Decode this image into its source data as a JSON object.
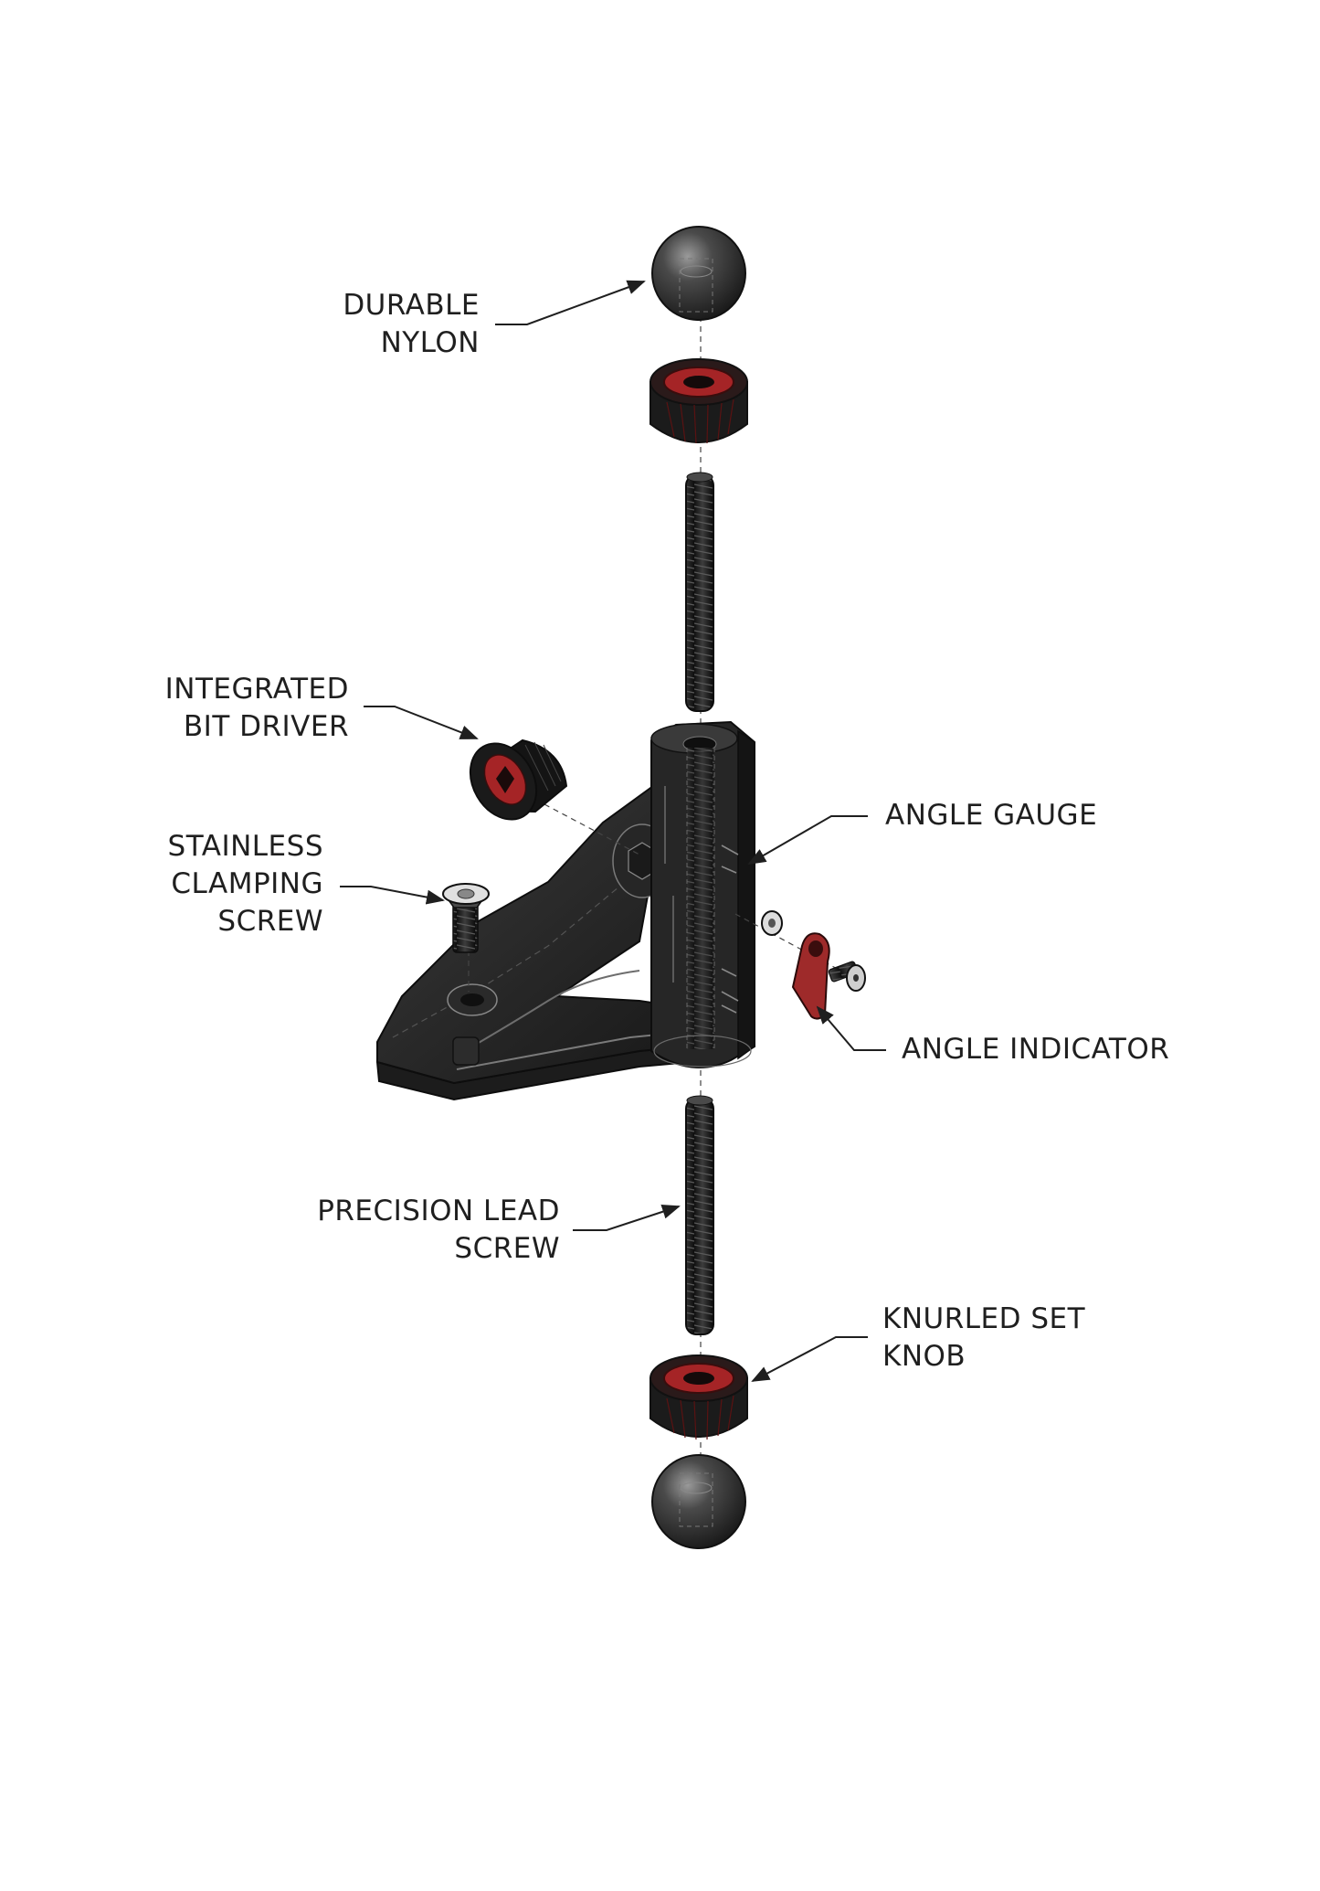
{
  "colors": {
    "background": "#ffffff",
    "part_black": "#1e1e1e",
    "part_dark": "#2b2b2b",
    "part_highlight": "#8a8a8a",
    "accent_red": "#b4282a",
    "line": "#1f1f1f"
  },
  "callouts": {
    "durable_nylon": [
      "DURABLE",
      "NYLON"
    ],
    "integrated_bit_driver": [
      "INTEGRATED",
      "BIT DRIVER"
    ],
    "stainless_clamping_screw": [
      "STAINLESS",
      "CLAMPING",
      "SCREW"
    ],
    "angle_gauge": [
      "ANGLE GAUGE"
    ],
    "angle_indicator": [
      "ANGLE INDICATOR"
    ],
    "precision_lead_screw": [
      "PRECISION LEAD",
      "SCREW"
    ],
    "knurled_set_knob": [
      "KNURLED SET",
      "KNOB"
    ]
  },
  "icons": {
    "top_ball": "nylon-ball-icon",
    "top_knob": "knurled-knob-icon",
    "upper_rod": "threaded-rod-icon",
    "bit_driver": "bit-driver-icon",
    "clamp_screw": "screw-icon",
    "body": "jig-body-icon",
    "washer": "washer-icon",
    "indicator": "angle-indicator-icon",
    "small_screw": "screw-icon",
    "lower_rod": "threaded-rod-icon",
    "bottom_knob": "knurled-knob-icon",
    "bottom_ball": "nylon-ball-icon"
  }
}
